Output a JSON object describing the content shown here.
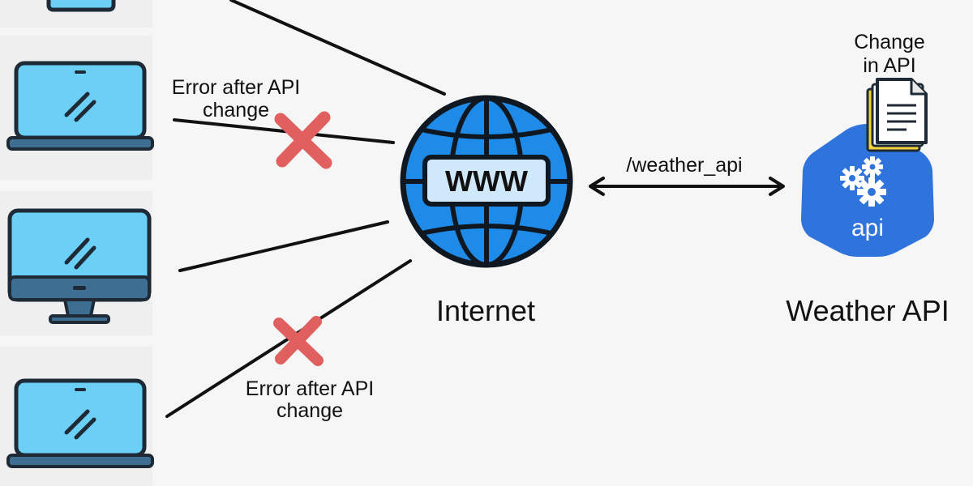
{
  "labels": {
    "error_top_line1": "Error after API",
    "error_top_line2": "change",
    "error_bottom_line1": "Error after API",
    "error_bottom_line2": "change",
    "internet": "Internet",
    "globe_text": "WWW",
    "endpoint": "/weather_api",
    "change_line1": "Change",
    "change_line2": "in API",
    "api_badge": "api",
    "weather_api": "Weather API"
  },
  "colors": {
    "background": "#f6f6f6",
    "panel": "#efefef",
    "screen_blue": "#6ccff6",
    "outline": "#1e2a36",
    "globe_blue": "#1e8be8",
    "globe_banner": "#cfe9fb",
    "error_red": "#e06060",
    "api_blue": "#2f73dd",
    "doc_yellow": "#f5d33b"
  },
  "icons": {
    "client_devices": [
      "laptop-icon",
      "laptop-icon",
      "desktop-monitor-icon",
      "laptop-icon"
    ],
    "network": "globe-www-icon",
    "server": "api-hexagon-icon",
    "document": "document-stack-icon",
    "error": "red-x-icon"
  }
}
